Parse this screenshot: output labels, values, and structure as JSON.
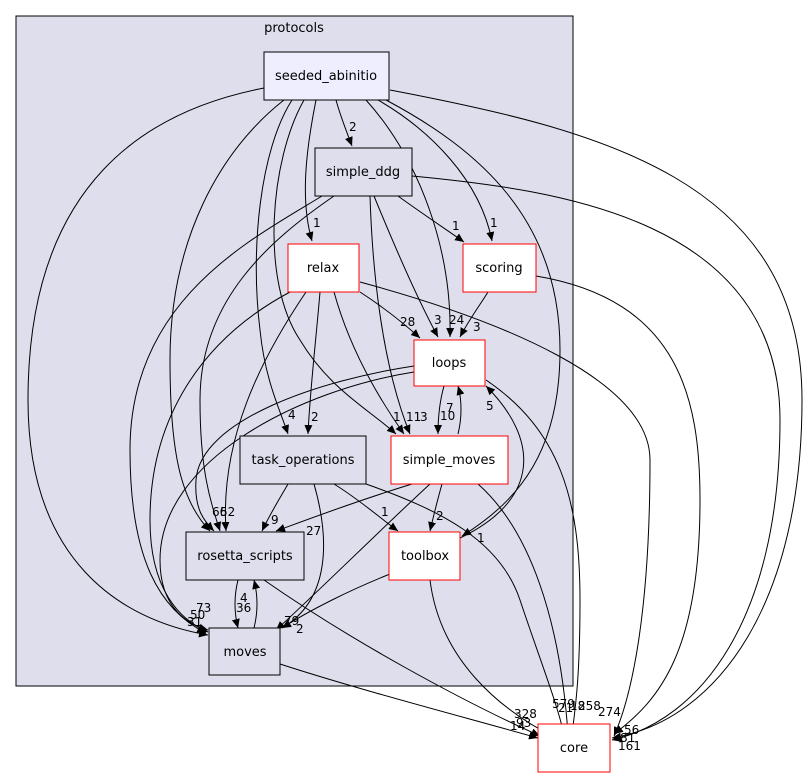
{
  "cluster": {
    "title": "protocols"
  },
  "nodes": {
    "seeded_abinitio": "seeded_abinitio",
    "simple_ddg": "simple_ddg",
    "relax": "relax",
    "scoring": "scoring",
    "loops": "loops",
    "task_operations": "task_operations",
    "simple_moves": "simple_moves",
    "rosetta_scripts": "rosetta_scripts",
    "toolbox": "toolbox",
    "moves": "moves",
    "core": "core"
  },
  "edge_labels": {
    "sa_ddg": "2",
    "sa_relax": "1",
    "sa_scoring": "1",
    "ddg_scoring": "1",
    "scoring_loops": "3",
    "relax_loops": "28",
    "l_3": "3",
    "l_24": "24",
    "tasks_4": "4",
    "relax_tasks": "2",
    "sm_1": "1",
    "sm_11": "11",
    "sm_3": "3",
    "loops_sm": "7",
    "sm_loops": "10",
    "tb_loops": "5",
    "rs_66": "66",
    "rs_52": "52",
    "tasks_rs": "9",
    "sm_rs": "27",
    "tasks_tb": "1",
    "sm_tb": "2",
    "tasks_core": "1",
    "mv_50": "50",
    "mv_73": "73",
    "mv_31": "31",
    "mv_36": "36",
    "rs_mv": "4",
    "mv_79": "79",
    "mv_2": "2",
    "core_328": "328",
    "core_93": "93",
    "core_14": "14",
    "core_579": "579",
    "core_21": "21",
    "core_18": "18",
    "core_258": "258",
    "core_274": "274",
    "core_56": "56",
    "core_81": "81",
    "core_161": "161"
  }
}
